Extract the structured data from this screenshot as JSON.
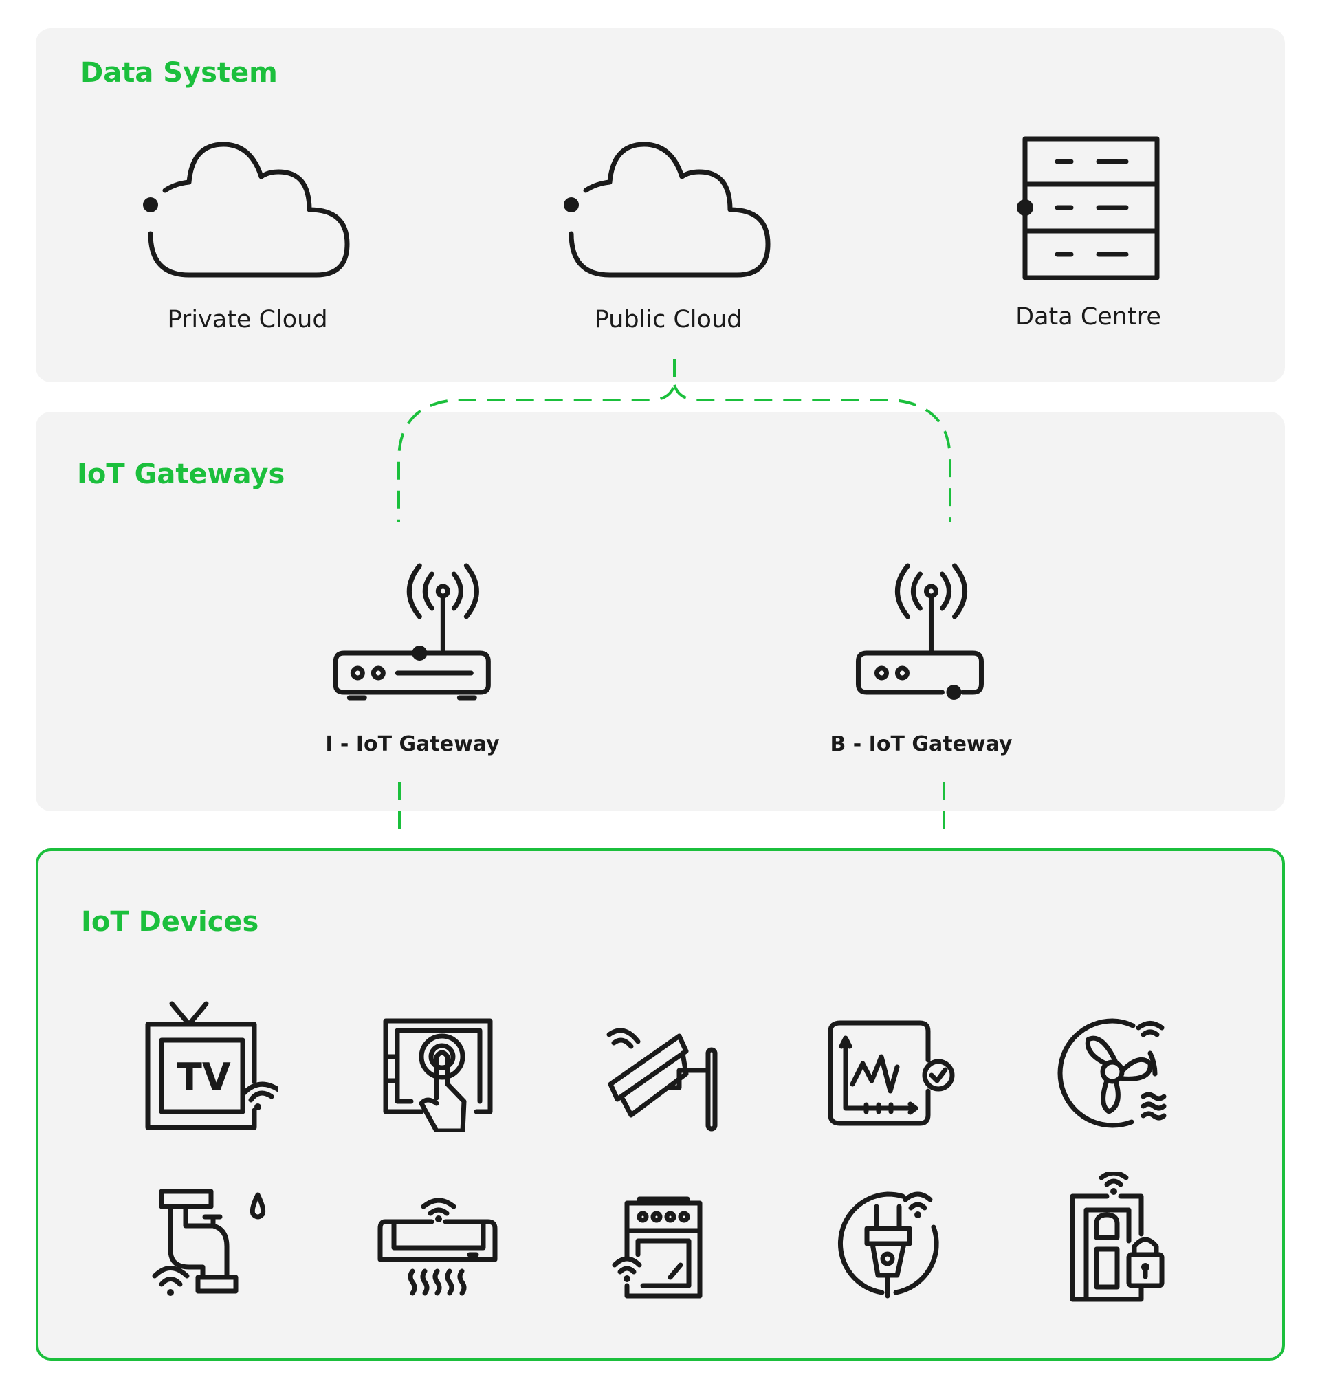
{
  "colors": {
    "accent": "#1bbf3c",
    "panel": "#f3f3f3",
    "ink": "#1a1a1a"
  },
  "data_system": {
    "title": "Data System",
    "items": [
      {
        "label": "Private Cloud",
        "icon": "cloud-icon"
      },
      {
        "label": "Public Cloud",
        "icon": "cloud-icon"
      },
      {
        "label": "Data Centre",
        "icon": "server-rack-icon"
      }
    ]
  },
  "gateways": {
    "title": "IoT Gateways",
    "items": [
      {
        "label": "I - IoT Gateway",
        "icon": "router-icon"
      },
      {
        "label": "B - IoT Gateway",
        "icon": "router-icon"
      }
    ]
  },
  "devices": {
    "title": "IoT Devices",
    "icons": [
      "smart-tv-icon",
      "touch-panel-icon",
      "security-camera-icon",
      "monitor-chart-icon",
      "smart-fan-icon",
      "smart-faucet-icon",
      "air-conditioner-icon",
      "smart-oven-icon",
      "smart-plug-icon",
      "smart-door-lock-icon"
    ]
  }
}
